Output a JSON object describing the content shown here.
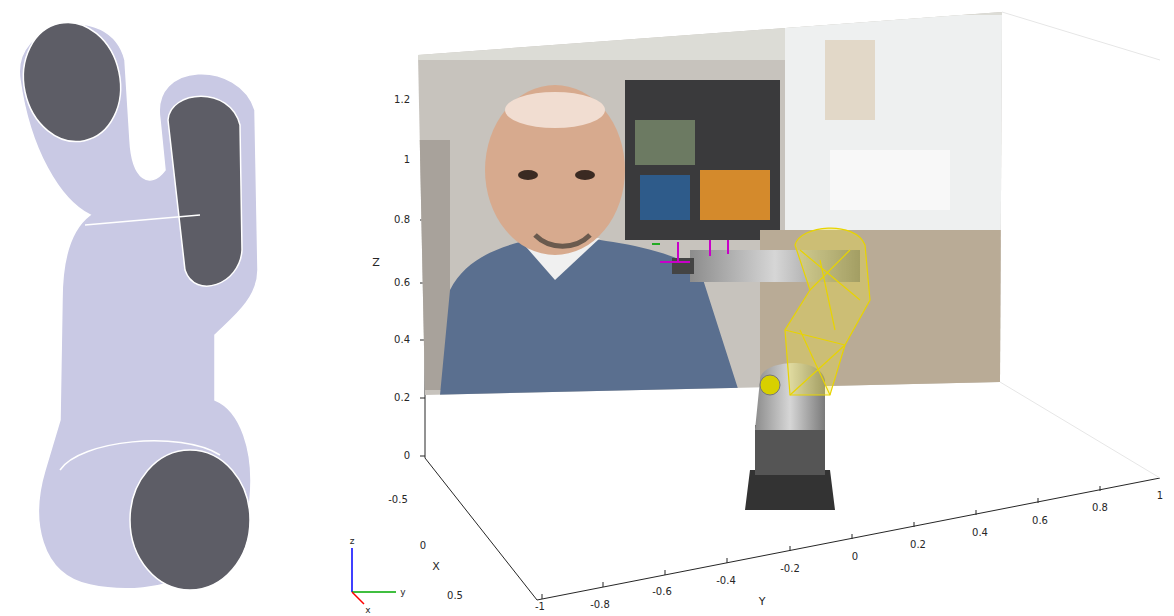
{
  "diagram": {
    "labels": [
      "1.2",
      "1",
      "0.8",
      "0.6",
      "0.4",
      "0.2",
      "0",
      "Z",
      "-0.5",
      "0",
      "0.5",
      "X",
      "-1",
      "-0.8",
      "-0.6",
      "-0.4",
      "-0.2",
      "0",
      "0.2",
      "0.4",
      "0.6",
      "0.8",
      "1",
      "Y",
      "z",
      "y",
      "x"
    ]
  }
}
